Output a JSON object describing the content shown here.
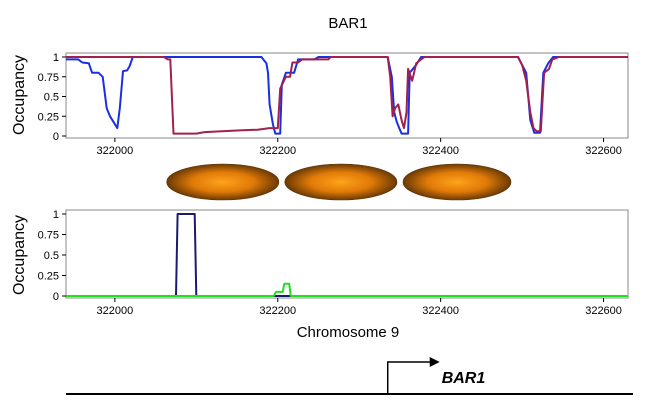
{
  "chart_data": [
    {
      "type": "line",
      "title": "BAR1",
      "ylabel": "Occupancy",
      "xlabel": "",
      "xlim": [
        321940,
        322630
      ],
      "ylim": [
        0,
        1
      ],
      "x_ticks": [
        "322000",
        "322200",
        "322400",
        "322600"
      ],
      "y_ticks": [
        "0",
        "0.25",
        "0.5",
        "0.75",
        "1"
      ],
      "colors": {
        "blue": "#1a2fe0",
        "red": "#a0204e"
      },
      "series": [
        {
          "color": "#1a2fe0",
          "points": [
            [
              321940,
              0.97
            ],
            [
              321955,
              0.97
            ],
            [
              321960,
              0.93
            ],
            [
              321968,
              0.92
            ],
            [
              321972,
              0.8
            ],
            [
              321980,
              0.8
            ],
            [
              321985,
              0.75
            ],
            [
              321990,
              0.35
            ],
            [
              321994,
              0.25
            ],
            [
              322000,
              0.15
            ],
            [
              322003,
              0.1
            ],
            [
              322006,
              0.35
            ],
            [
              322010,
              0.82
            ],
            [
              322015,
              0.83
            ],
            [
              322018,
              0.88
            ],
            [
              322022,
              1.0
            ],
            [
              322180,
              1.0
            ],
            [
              322183,
              0.96
            ],
            [
              322186,
              0.92
            ],
            [
              322188,
              0.8
            ],
            [
              322190,
              0.4
            ],
            [
              322194,
              0.15
            ],
            [
              322197,
              0.03
            ],
            [
              322203,
              0.03
            ],
            [
              322205,
              0.65
            ],
            [
              322210,
              0.8
            ],
            [
              322220,
              0.8
            ],
            [
              322225,
              0.97
            ],
            [
              322245,
              0.97
            ],
            [
              322250,
              1.0
            ],
            [
              322335,
              1.0
            ],
            [
              322340,
              0.75
            ],
            [
              322343,
              0.3
            ],
            [
              322346,
              0.18
            ],
            [
              322350,
              0.08
            ],
            [
              322352,
              0.03
            ],
            [
              322360,
              0.03
            ],
            [
              322362,
              0.8
            ],
            [
              322370,
              0.9
            ],
            [
              322376,
              1.0
            ],
            [
              322495,
              1.0
            ],
            [
              322500,
              0.9
            ],
            [
              322505,
              0.8
            ],
            [
              322510,
              0.2
            ],
            [
              322515,
              0.04
            ],
            [
              322522,
              0.04
            ],
            [
              322526,
              0.8
            ],
            [
              322532,
              0.92
            ],
            [
              322538,
              1.0
            ],
            [
              322630,
              1.0
            ]
          ]
        },
        {
          "color": "#a0204e",
          "points": [
            [
              321940,
              1.0
            ],
            [
              322060,
              1.0
            ],
            [
              322065,
              0.97
            ],
            [
              322068,
              0.97
            ],
            [
              322072,
              0.03
            ],
            [
              322100,
              0.03
            ],
            [
              322110,
              0.05
            ],
            [
              322150,
              0.07
            ],
            [
              322175,
              0.08
            ],
            [
              322190,
              0.1
            ],
            [
              322200,
              0.1
            ],
            [
              322203,
              0.6
            ],
            [
              322210,
              0.75
            ],
            [
              322215,
              0.75
            ],
            [
              322218,
              0.93
            ],
            [
              322225,
              0.93
            ],
            [
              322230,
              0.97
            ],
            [
              322250,
              0.97
            ],
            [
              322262,
              0.97
            ],
            [
              322265,
              1.0
            ],
            [
              322335,
              1.0
            ],
            [
              322338,
              0.75
            ],
            [
              322341,
              0.25
            ],
            [
              322344,
              0.35
            ],
            [
              322348,
              0.4
            ],
            [
              322352,
              0.2
            ],
            [
              322355,
              0.1
            ],
            [
              322358,
              0.3
            ],
            [
              322360,
              0.85
            ],
            [
              322365,
              0.7
            ],
            [
              322370,
              0.92
            ],
            [
              322376,
              0.97
            ],
            [
              322380,
              1.0
            ],
            [
              322495,
              1.0
            ],
            [
              322500,
              0.9
            ],
            [
              322505,
              0.7
            ],
            [
              322510,
              0.3
            ],
            [
              322514,
              0.1
            ],
            [
              322518,
              0.06
            ],
            [
              322523,
              0.06
            ],
            [
              322527,
              0.8
            ],
            [
              322533,
              0.85
            ],
            [
              322537,
              0.97
            ],
            [
              322545,
              1.0
            ],
            [
              322630,
              1.0
            ]
          ]
        }
      ],
      "nucleosomes": [
        {
          "start": 322060,
          "end": 322205
        },
        {
          "start": 322205,
          "end": 322350
        },
        {
          "start": 322350,
          "end": 322490
        }
      ]
    },
    {
      "type": "line",
      "title": "",
      "ylabel": "Occupancy",
      "xlabel": "Chromosome 9",
      "xlim": [
        321940,
        322630
      ],
      "ylim": [
        0,
        1
      ],
      "x_ticks": [
        "322000",
        "322200",
        "322400",
        "322600"
      ],
      "y_ticks": [
        "0",
        "0.25",
        "0.5",
        "0.75",
        "1"
      ],
      "colors": {
        "navy": "#1a1a6e",
        "green": "#22dd22"
      },
      "series": [
        {
          "color": "#1a1a6e",
          "points": [
            [
              321940,
              0
            ],
            [
              322075,
              0
            ],
            [
              322077,
              1.0
            ],
            [
              322098,
              1.0
            ],
            [
              322100,
              0
            ],
            [
              322630,
              0
            ]
          ]
        },
        {
          "color": "#22dd22",
          "points": [
            [
              321940,
              0
            ],
            [
              322195,
              0
            ],
            [
              322198,
              0.05
            ],
            [
              322206,
              0.05
            ],
            [
              322208,
              0.15
            ],
            [
              322214,
              0.15
            ],
            [
              322216,
              0
            ],
            [
              322630,
              0
            ]
          ]
        }
      ]
    }
  ],
  "gene": {
    "label": "BAR1",
    "tss": 322335,
    "direction": "right"
  }
}
